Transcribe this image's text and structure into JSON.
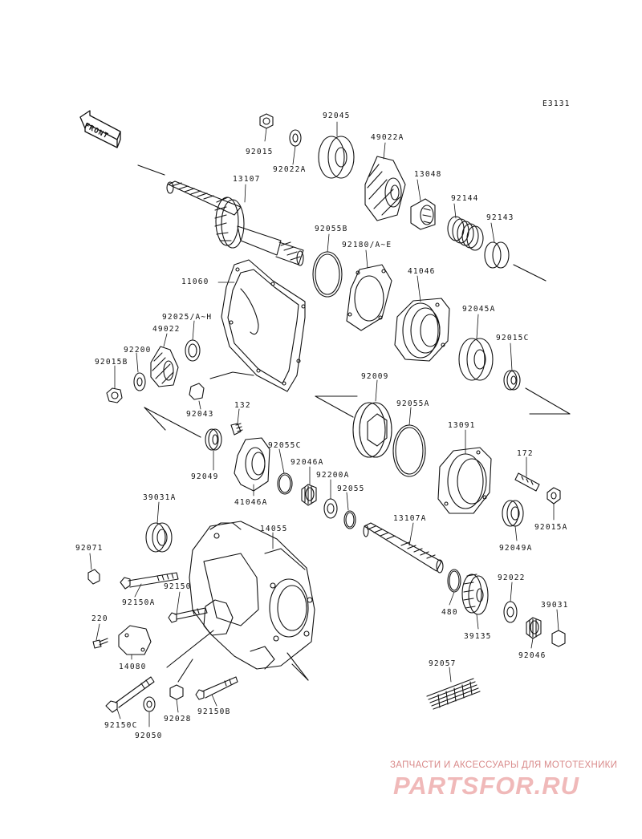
{
  "diagram_code": "E3131",
  "front_label": "FRONT",
  "watermark": {
    "line1": "ЗАПЧАСТИ И АКСЕССУАРЫ ДЛЯ МОТОТЕХНИКИ",
    "line2": "PARTSFOR.RU"
  },
  "parts": [
    {
      "id": "p92015",
      "label": "92015"
    },
    {
      "id": "p92022A",
      "label": "92022A"
    },
    {
      "id": "p92045",
      "label": "92045"
    },
    {
      "id": "p49022A",
      "label": "49022A"
    },
    {
      "id": "p13107",
      "label": "13107"
    },
    {
      "id": "p13048",
      "label": "13048"
    },
    {
      "id": "p92144",
      "label": "92144"
    },
    {
      "id": "p92143",
      "label": "92143"
    },
    {
      "id": "p92055B",
      "label": "92055B"
    },
    {
      "id": "p92180",
      "label": "92180/A~E"
    },
    {
      "id": "p11060",
      "label": "11060"
    },
    {
      "id": "p41046",
      "label": "41046"
    },
    {
      "id": "p92025",
      "label": "92025/A~H"
    },
    {
      "id": "p49022",
      "label": "49022"
    },
    {
      "id": "p92045A",
      "label": "92045A"
    },
    {
      "id": "p92200",
      "label": "92200"
    },
    {
      "id": "p92015C",
      "label": "92015C"
    },
    {
      "id": "p92015B",
      "label": "92015B"
    },
    {
      "id": "p92009",
      "label": "92009"
    },
    {
      "id": "p92043",
      "label": "92043"
    },
    {
      "id": "p92055A",
      "label": "92055A"
    },
    {
      "id": "p132",
      "label": "132"
    },
    {
      "id": "p13091",
      "label": "13091"
    },
    {
      "id": "p92055C",
      "label": "92055C"
    },
    {
      "id": "p92046A",
      "label": "92046A"
    },
    {
      "id": "p172",
      "label": "172"
    },
    {
      "id": "p92049",
      "label": "92049"
    },
    {
      "id": "p92200A",
      "label": "92200A"
    },
    {
      "id": "p92055",
      "label": "92055"
    },
    {
      "id": "p41046A",
      "label": "41046A"
    },
    {
      "id": "p92015A",
      "label": "92015A"
    },
    {
      "id": "p39031A",
      "label": "39031A"
    },
    {
      "id": "p14055",
      "label": "14055"
    },
    {
      "id": "p13107A",
      "label": "13107A"
    },
    {
      "id": "p92049A",
      "label": "92049A"
    },
    {
      "id": "p92071",
      "label": "92071"
    },
    {
      "id": "p92150A",
      "label": "92150A"
    },
    {
      "id": "p92150",
      "label": "92150"
    },
    {
      "id": "p480",
      "label": "480"
    },
    {
      "id": "p92022",
      "label": "92022"
    },
    {
      "id": "p39031",
      "label": "39031"
    },
    {
      "id": "p220",
      "label": "220"
    },
    {
      "id": "p39135",
      "label": "39135"
    },
    {
      "id": "p92046",
      "label": "92046"
    },
    {
      "id": "p14080",
      "label": "14080"
    },
    {
      "id": "p92057",
      "label": "92057"
    },
    {
      "id": "p92150C",
      "label": "92150C"
    },
    {
      "id": "p92028",
      "label": "92028"
    },
    {
      "id": "p92150B",
      "label": "92150B"
    },
    {
      "id": "p92050",
      "label": "92050"
    }
  ]
}
